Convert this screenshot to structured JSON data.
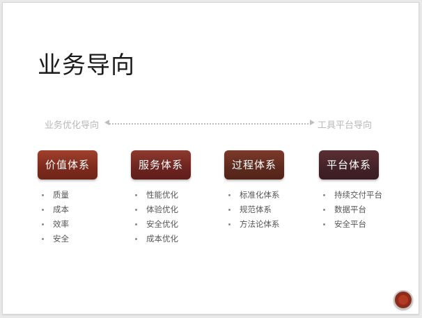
{
  "title": "业务导向",
  "axis": {
    "left_label": "业务优化导向",
    "right_label": "工具平台导向"
  },
  "columns": [
    {
      "label": "价值体系",
      "items": [
        "质量",
        "成本",
        "效率",
        "安全"
      ]
    },
    {
      "label": "服务体系",
      "items": [
        "性能优化",
        "体验优化",
        "安全优化",
        "成本优化"
      ]
    },
    {
      "label": "过程体系",
      "items": [
        "标准化体系",
        "规范体系",
        "方法论体系"
      ]
    },
    {
      "label": "平台体系",
      "items": [
        "持续交付平台",
        "数据平台",
        "安全平台"
      ]
    }
  ]
}
